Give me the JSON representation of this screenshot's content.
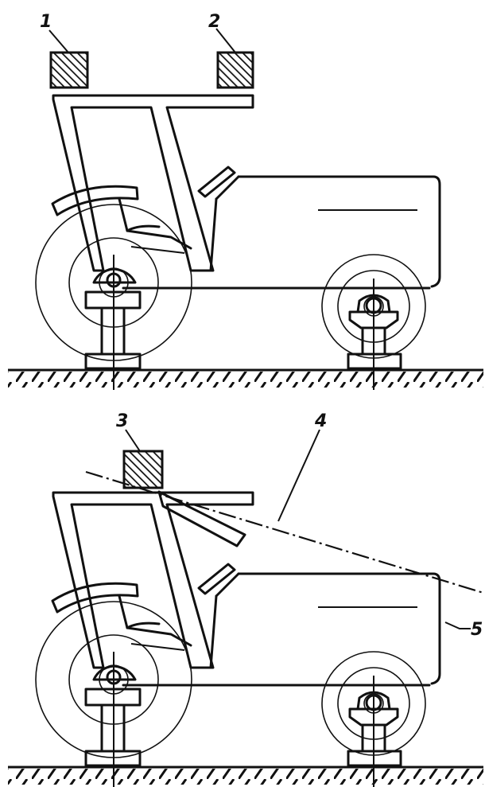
{
  "labels": {
    "item1": "1",
    "item2": "2",
    "item3": "3",
    "item4": "4",
    "item5": "5"
  }
}
